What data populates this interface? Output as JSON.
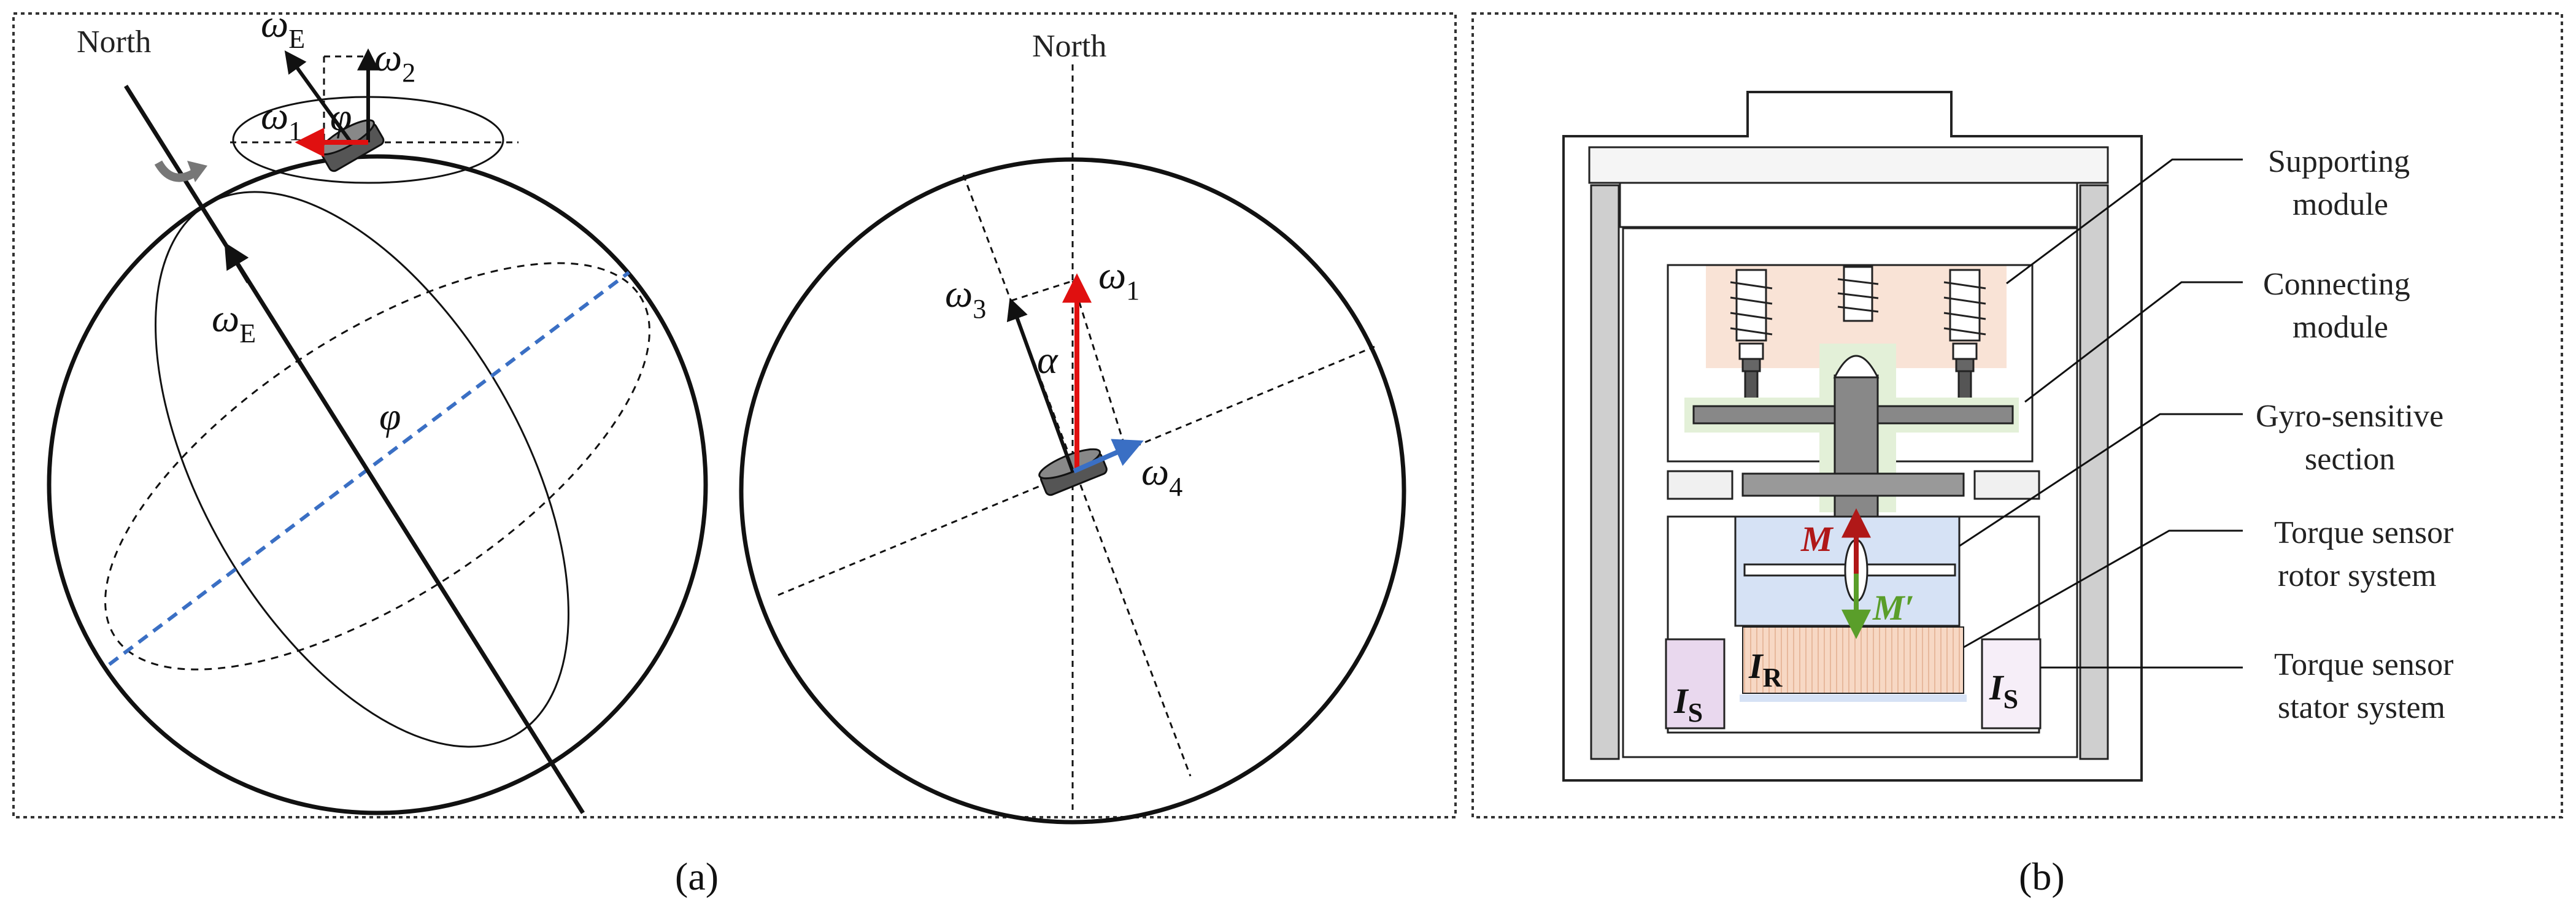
{
  "panel_a": {
    "caption": "(a)",
    "globe": {
      "north_label": "North",
      "omega_e": "ω",
      "omega_e_sub": "E",
      "omega_top_e": "ω",
      "omega_top_e_sub": "E",
      "omega_2": "ω",
      "omega_2_sub": "2",
      "omega_1": "ω",
      "omega_1_sub": "1",
      "phi_top": "φ",
      "phi_center": "φ"
    },
    "top_view": {
      "north_label": "North",
      "omega_1": "ω",
      "omega_1_sub": "1",
      "omega_3": "ω",
      "omega_3_sub": "3",
      "omega_4": "ω",
      "omega_4_sub": "4",
      "alpha": "α"
    }
  },
  "panel_b": {
    "caption": "(b)",
    "labels": {
      "supporting_1": "Supporting",
      "supporting_2": "module",
      "connecting_1": "Connecting",
      "connecting_2": "module",
      "gyro_1": "Gyro-sensitive",
      "gyro_2": "section",
      "rotor_1": "Torque sensor",
      "rotor_2": "rotor system",
      "stator_1": "Torque sensor",
      "stator_2": "stator system"
    },
    "symbols": {
      "m": "M",
      "m_prime": "M′",
      "i_r": "I",
      "i_r_sub": "R",
      "i_s_left": "I",
      "i_s_left_sub": "S",
      "i_s_right": "I",
      "i_s_right_sub": "S"
    }
  },
  "colors": {
    "red_vector": "#e01010",
    "blue_vector": "#3a6fc4",
    "green_vector": "#5a9e2a",
    "dark_red": "#b01818",
    "supporting_fill": "#f9e3d6",
    "connecting_fill": "#e3f0d8",
    "gyro_fill": "#d6e2f5",
    "rotor_fill": "#f7d8c4",
    "stator_fill": "#e9d8ee"
  }
}
